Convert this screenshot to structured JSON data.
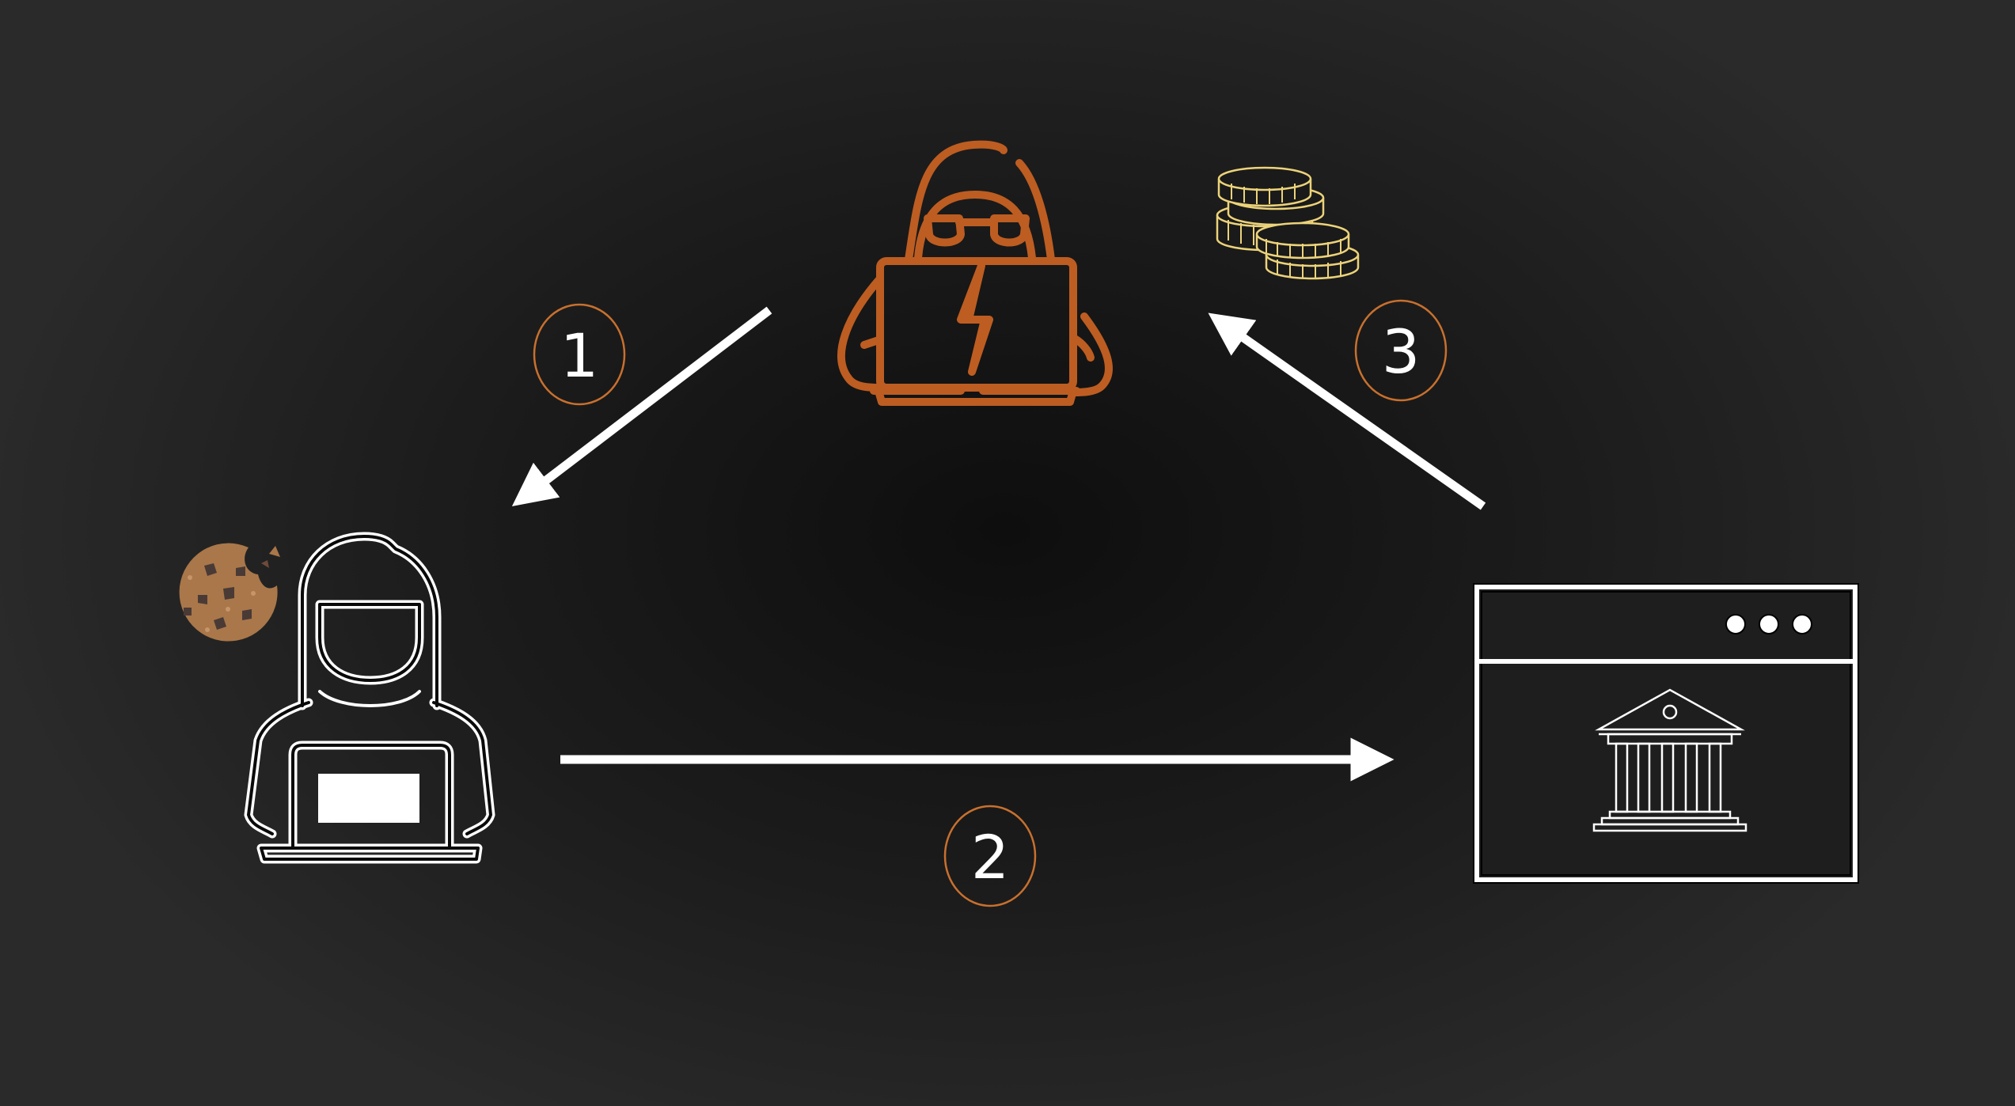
{
  "colors": {
    "attacker": "#bd5d22",
    "step_ring": "#c8702e",
    "arrow": "#ffffff",
    "outline": "#ffffff",
    "coins": "#ecd37a",
    "cookie": "#a9774a",
    "cookie_chip": "#4a3a36"
  },
  "steps": [
    {
      "number": "1"
    },
    {
      "number": "2"
    },
    {
      "number": "3"
    }
  ],
  "icons": {
    "attacker": "hooded-hacker-icon",
    "victim": "user-at-laptop-icon",
    "cookie": "cookie-icon",
    "bank_site": "bank-website-icon",
    "coins": "coin-stack-icon"
  }
}
